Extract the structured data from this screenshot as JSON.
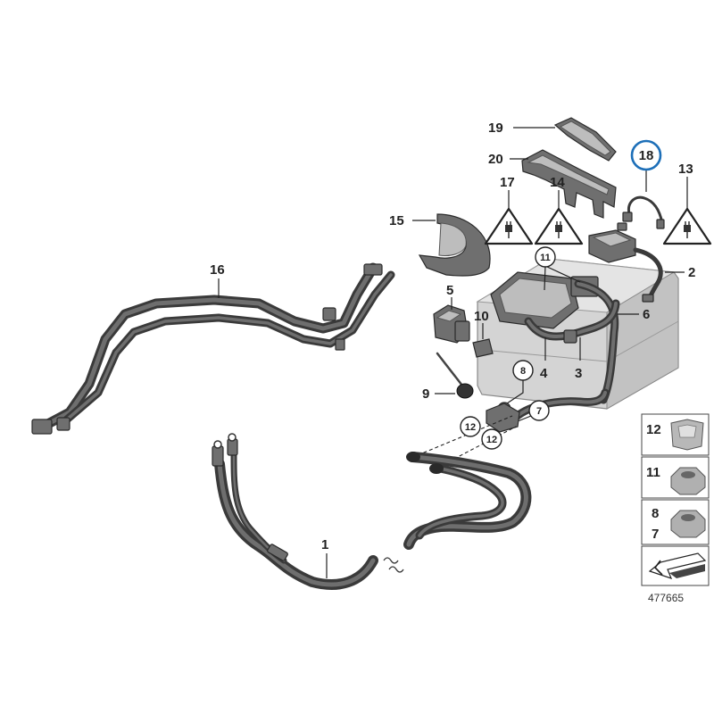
{
  "labels": {
    "p1": "1",
    "p2": "2",
    "p3": "3",
    "p4": "4",
    "p5": "5",
    "p6": "6",
    "p7": "7",
    "p8": "8",
    "p9": "9",
    "p10": "10",
    "p11": "11",
    "p12": "12",
    "p13": "13",
    "p14": "14",
    "p15": "15",
    "p16": "16",
    "p17": "17",
    "p18": "18",
    "p19": "19",
    "p20": "20"
  },
  "side_panel": {
    "row1": "12",
    "row2": "11",
    "row3a": "8",
    "row3b": "7"
  },
  "diagram_number": "477665",
  "colors": {
    "highlight_circle": "#1d6fb8",
    "part_dark": "#3a3a3a",
    "part_mid": "#6f6f6f",
    "battery_light": "#c8c8c8"
  }
}
